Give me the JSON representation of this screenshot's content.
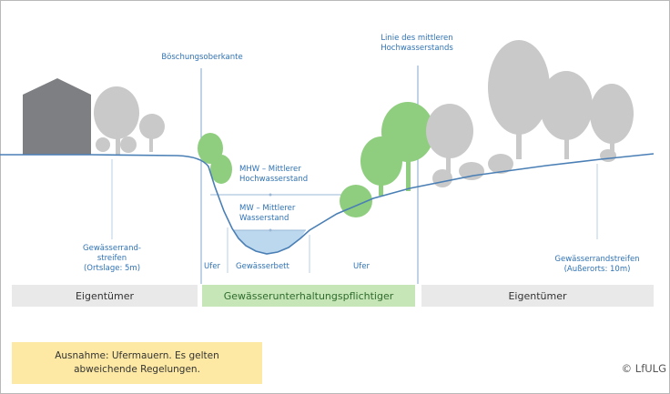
{
  "labels": {
    "bankTop": "Böschungsoberkante",
    "meanHighLine": [
      "Linie des mittleren",
      "Hochwasserstands"
    ],
    "mhw": [
      "MHW – Mittlerer",
      "Hochwasserstand"
    ],
    "mw": [
      "MW – Mittlerer",
      "Wasserstand"
    ],
    "stripLeft": [
      "Gewässerrand-",
      "streifen",
      "(Ortslage: 5m)"
    ],
    "stripRight": [
      "Gewässerrandstreifen",
      "(Außerorts: 10m)"
    ],
    "uferLeft": "Ufer",
    "bed": "Gewässerbett",
    "uferRight": "Ufer"
  },
  "bands": {
    "left": "Eigentümer",
    "middle": "Gewässerunterhaltungspflichtiger",
    "right": "Eigentümer"
  },
  "note": [
    "Ausnahme: Ufermauern. Es gelten",
    "abweichende Regelungen."
  ],
  "copyright": "© LfULG",
  "colors": {
    "label": "#2f72b4",
    "greenTree": "#8fce7e",
    "grayTree": "#c9c9c9",
    "house": "#7d7f82",
    "water": "#bcd8ef",
    "bandGray": "#e9e9ea",
    "bandGreen": "#c7e6b8",
    "note": "#fde9a3"
  }
}
